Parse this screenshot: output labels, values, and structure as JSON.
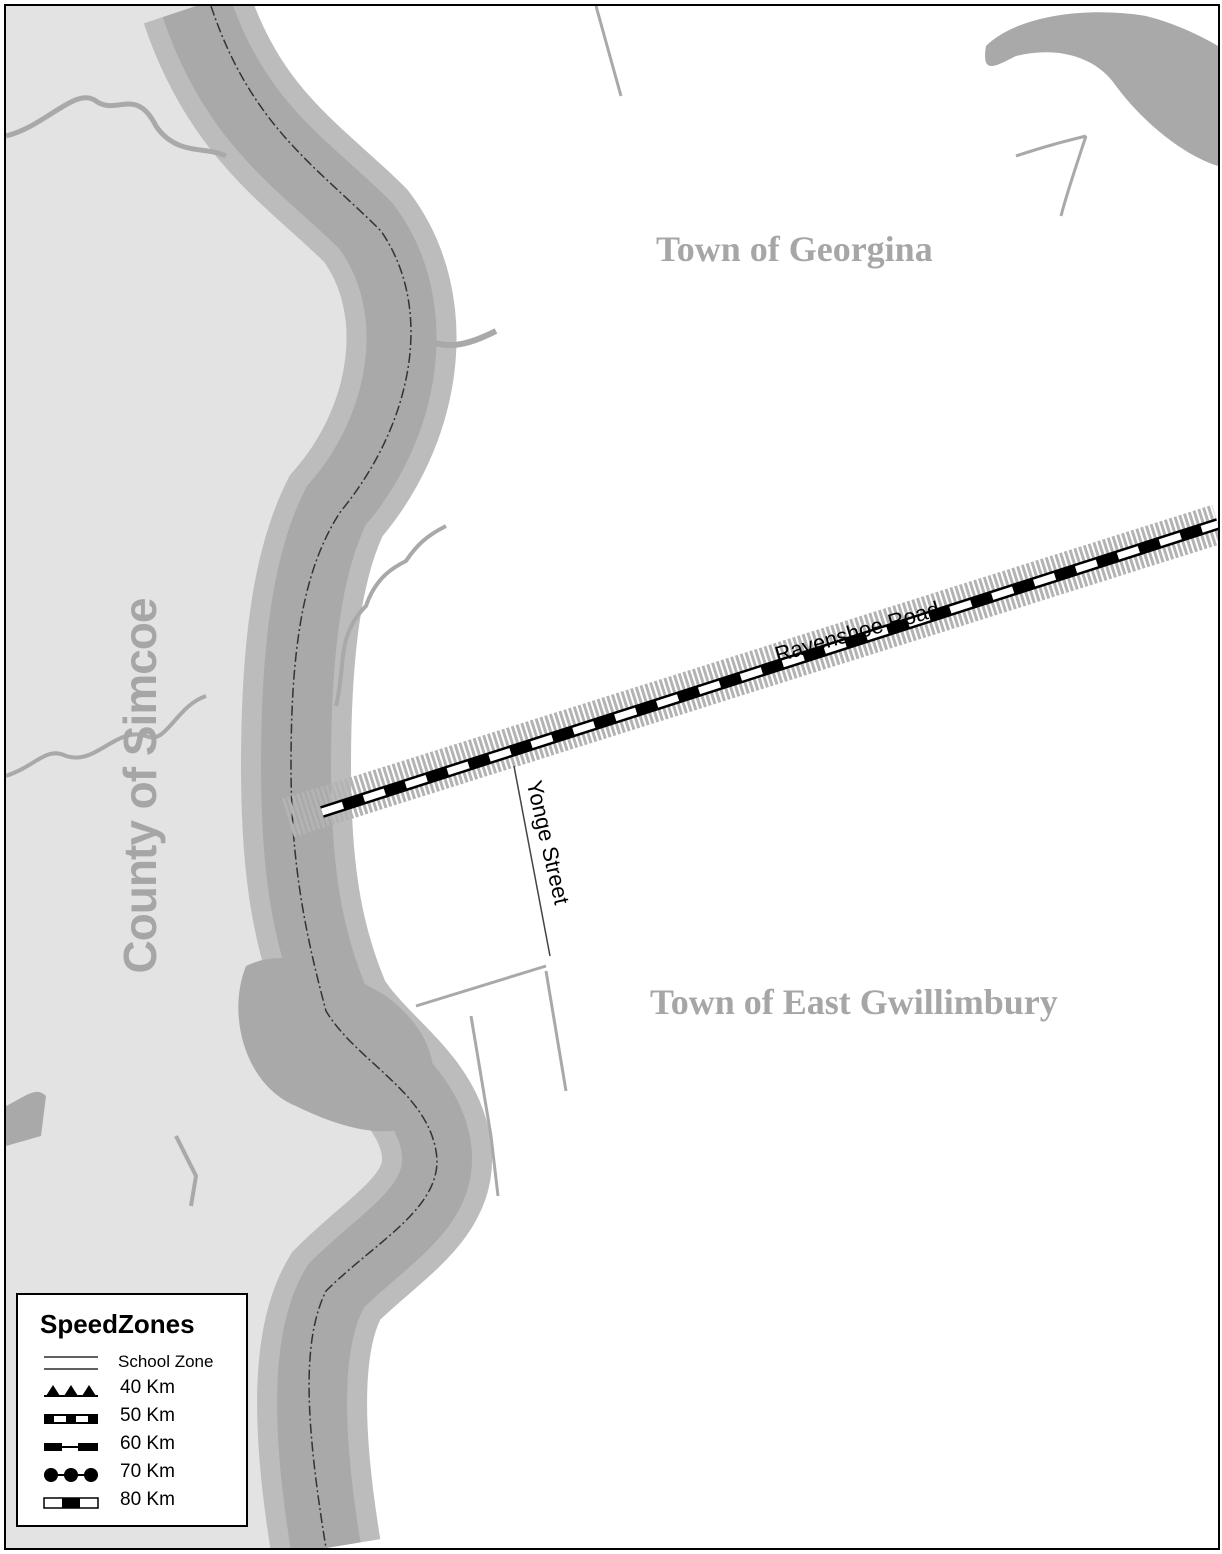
{
  "regions": {
    "georgina": "Town of Georgina",
    "east_gwillimbury": "Town of East Gwillimbury",
    "simcoe": "County of Simcoe"
  },
  "roads": {
    "ravenshoe": "Ravenshoe Road",
    "yonge": "Yonge Street"
  },
  "legend": {
    "title": "SpeedZones",
    "items": [
      {
        "label": "School Zone",
        "symbol": "double-line-icon"
      },
      {
        "label": "40 Km",
        "symbol": "triangle-line-icon"
      },
      {
        "label": "50 Km",
        "symbol": "dash-white-line-icon"
      },
      {
        "label": "60 Km",
        "symbol": "dash-black-line-icon"
      },
      {
        "label": "70 Km",
        "symbol": "dot-line-icon"
      },
      {
        "label": "80 Km",
        "symbol": "checker-line-icon"
      }
    ]
  },
  "colors": {
    "county_fill": "#e3e3e3",
    "river_fill": "#a9a9a9",
    "river_edge": "#bcbcbc",
    "road_buffer": "#b3b3b3",
    "label_gray": "#a6a6a6"
  }
}
